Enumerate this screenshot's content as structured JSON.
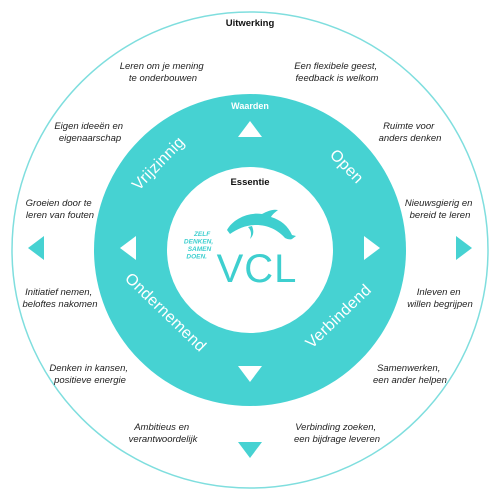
{
  "colors": {
    "accent": "#46d2d2",
    "outer_stroke": "#7fdede",
    "text": "#222222",
    "background": "#ffffff"
  },
  "outer": {
    "title": "Uitwerking",
    "items": [
      {
        "lines": [
          "Leren om je mening",
          "te onderbouwen"
        ]
      },
      {
        "lines": [
          "Een flexibele geest,",
          "feedback is welkom"
        ]
      },
      {
        "lines": [
          "Eigen ideeën en",
          "eigenaarschap"
        ]
      },
      {
        "lines": [
          "Ruimte voor",
          "anders denken"
        ]
      },
      {
        "lines": [
          "Groeien door te",
          "leren van fouten"
        ]
      },
      {
        "lines": [
          "Nieuwsgierig en",
          "bereid te leren"
        ]
      },
      {
        "lines": [
          "Initiatief nemen,",
          "beloftes nakomen"
        ]
      },
      {
        "lines": [
          "Inleven en",
          "willen begrijpen"
        ]
      },
      {
        "lines": [
          "Denken in kansen,",
          "positieve energie"
        ]
      },
      {
        "lines": [
          "Samenwerken,",
          "een ander helpen"
        ]
      },
      {
        "lines": [
          "Ambitieus en",
          "verantwoordelijk"
        ]
      },
      {
        "lines": [
          "Verbinding zoeken,",
          "een bijdrage leveren"
        ]
      }
    ]
  },
  "ring": {
    "title": "Waarden",
    "values": [
      "Vrijzinnig",
      "Open",
      "Ondernemend",
      "Verbindend"
    ]
  },
  "center": {
    "title": "Essentie",
    "tagline": [
      "ZELF",
      "DENKEN,",
      "SAMEN",
      "DOEN."
    ],
    "logo": "VCL"
  },
  "icons": [
    "triangle-up-icon",
    "triangle-down-icon",
    "triangle-left-icon",
    "triangle-right-icon",
    "dolphin-logo-icon"
  ]
}
